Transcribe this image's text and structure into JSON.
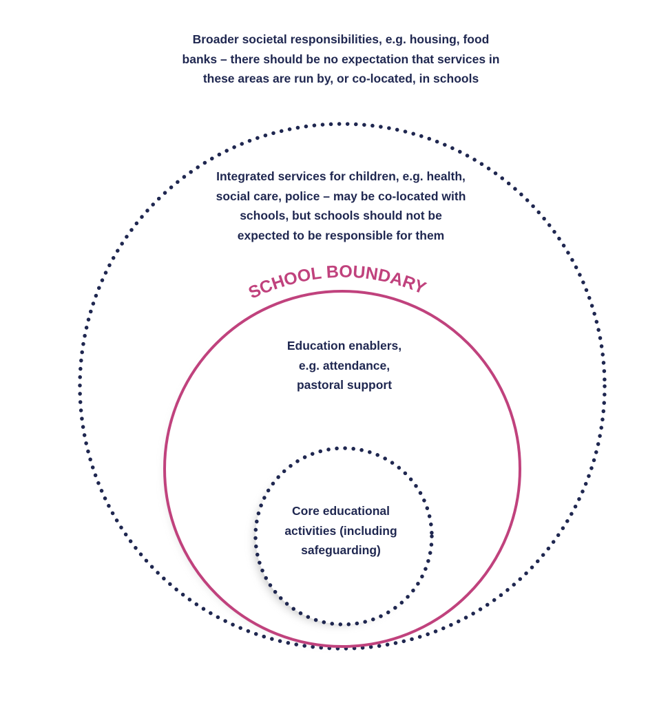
{
  "diagram": {
    "outer_label": {
      "lines": [
        "Broader societal responsibilities, e.g. housing, food",
        "banks – there should be no expectation that services in",
        "these areas are run by, or co-located, in schools"
      ]
    },
    "integrated_label": {
      "lines": [
        "Integrated services for children, e.g. health,",
        "social care, police – may be co-located with",
        "schools, but schools should not be",
        "expected to be responsible for them"
      ]
    },
    "school_boundary_label": "SCHOOL BOUNDARY",
    "enablers_label": {
      "lines": [
        "Education enablers,",
        "e.g. attendance,",
        "pastoral support"
      ]
    },
    "core_label": {
      "lines": [
        "Core educational",
        "activities (including",
        "safeguarding)"
      ]
    },
    "colors": {
      "navy": "#1f2750",
      "magenta": "#c0427d",
      "shadow": "#8a8a8a"
    }
  }
}
